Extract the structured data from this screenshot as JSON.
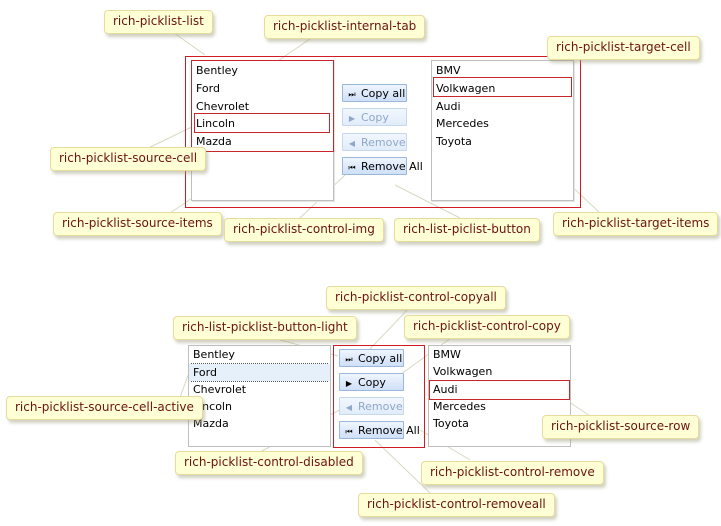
{
  "callouts": {
    "list": "rich-picklist-list",
    "internal_tab": "rich-picklist-internal-tab",
    "target_cell": "rich-picklist-target-cell",
    "source_cell": "rich-picklist-source-cell",
    "source_items": "rich-picklist-source-items",
    "control_img": "rich-picklist-control-img",
    "list_button": "rich-list-piclist-button",
    "target_items": "rich-picklist-target-items",
    "control_copyall": "rich-picklist-control-copyall",
    "button_light": "rich-list-picklist-button-light",
    "control_copy": "rich-picklist-control-copy",
    "source_cell_active": "rich-picklist-source-cell-active",
    "source_row": "rich-picklist-source-row",
    "control_disabled": "rich-picklist-control-disabled",
    "control_remove": "rich-picklist-control-remove",
    "control_removeall": "rich-picklist-control-removeall"
  },
  "picklist1": {
    "source": [
      "Bentley",
      "Ford",
      "Chevrolet",
      "Lincoln",
      "Mazda"
    ],
    "target": [
      "BMV",
      "Volkwagen",
      "Audi",
      "Mercedes",
      "Toyota"
    ],
    "buttons": {
      "copy_all": "Copy all",
      "copy": "Copy",
      "remove": "Remove",
      "remove_all": "Remove All"
    }
  },
  "picklist2": {
    "source": [
      "Bentley",
      "Ford",
      "Chevrolet",
      "Lincoln",
      "Mazda"
    ],
    "target": [
      "BMW",
      "Volkwagen",
      "Audi",
      "Mercedes",
      "Toyota"
    ],
    "buttons": {
      "copy_all": "Copy all",
      "copy": "Copy",
      "remove": "Remove",
      "remove_all": "Remove All"
    }
  },
  "icons": {
    "copy_all": "⏭",
    "copy": "▶",
    "remove": "◀",
    "remove_all": "⏮"
  },
  "colors": {
    "highlight_border": "#d11b22",
    "callout_bg": "#ffffd5",
    "callout_text": "#6b1313",
    "button_border": "#9bb7da"
  }
}
